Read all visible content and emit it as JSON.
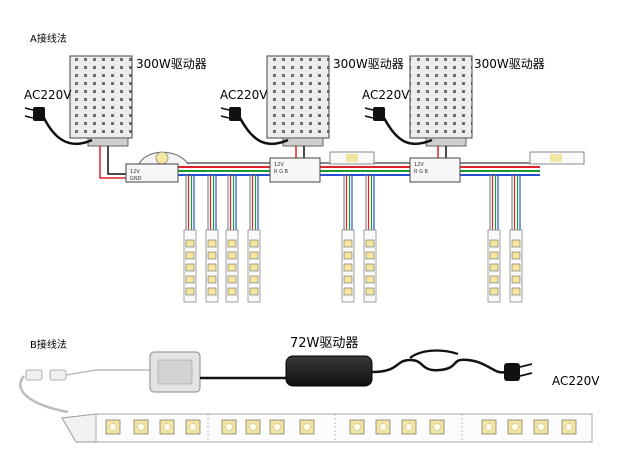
{
  "section_a": {
    "title": "A接线法",
    "drivers": [
      {
        "label": "300W驱动器"
      },
      {
        "label": "300W驱动器"
      },
      {
        "label": "300W驱动器"
      }
    ],
    "ac_labels": [
      "AC220V",
      "AC220V",
      "AC220V"
    ]
  },
  "section_b": {
    "title": "B接线法",
    "driver_label": "72W驱动器",
    "ac_label": "AC220V"
  },
  "colors": {
    "red": "#e0202a",
    "green": "#1a9a3a",
    "blue": "#2a4fd6",
    "gray": "#888888",
    "dark": "#1b1b1b",
    "led": "#f2e6a0"
  }
}
